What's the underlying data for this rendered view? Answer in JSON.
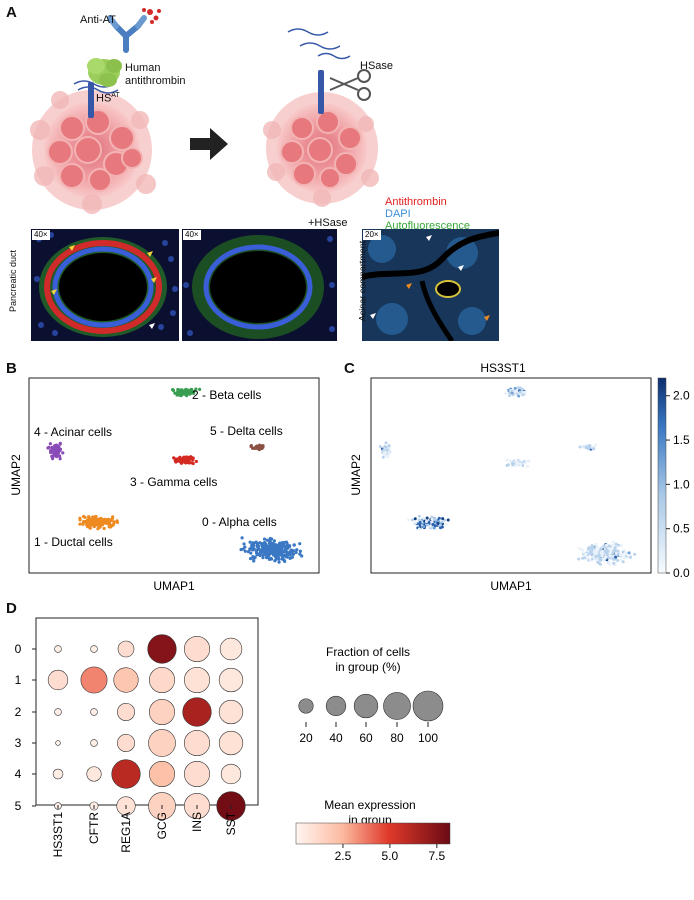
{
  "panels": {
    "a": "A",
    "b": "B",
    "c": "C",
    "d": "D"
  },
  "panel_a": {
    "anti_at": "Anti-AT",
    "human": "Human",
    "antithrombin": "antithrombin",
    "hs_base": "HS",
    "hs_sup": "AT",
    "hsase": "HSase",
    "plus_hsase": "+HSase",
    "mag_40": "40×",
    "mag_20": "20×",
    "legend": [
      {
        "label": "Antithrombin",
        "color": "#e02020"
      },
      {
        "label": "DAPI",
        "color": "#3b8fd6"
      },
      {
        "label": "Autofluorescence",
        "color": "#3aa83a"
      }
    ],
    "pancreatic_duct": "Pancreatic duct",
    "acinar_compartment": "Acinar compartment"
  },
  "chart_data": [
    {
      "type": "scatter",
      "panel": "B",
      "xlabel": "UMAP1",
      "ylabel": "UMAP2",
      "clusters": [
        {
          "label": "0 - Alpha cells",
          "color": "#3a78c4"
        },
        {
          "label": "1 - Ductal cells",
          "color": "#ee8a20"
        },
        {
          "label": "2 - Beta cells",
          "color": "#3a9e52"
        },
        {
          "label": "3 - Gamma cells",
          "color": "#d42a22"
        },
        {
          "label": "4 - Acinar cells",
          "color": "#8a4ab8"
        },
        {
          "label": "5 - Delta cells",
          "color": "#8b5244"
        }
      ]
    },
    {
      "type": "scatter",
      "panel": "C",
      "title": "HS3ST1",
      "xlabel": "UMAP1",
      "ylabel": "UMAP2",
      "colorbar": {
        "ticks": [
          "2.0",
          "1.5",
          "1.0",
          "0.5",
          "0.0"
        ],
        "min": 0.0,
        "max": 2.2
      }
    },
    {
      "type": "dotplot",
      "panel": "D",
      "genes": [
        "HS3ST1",
        "CFTR",
        "REG1A",
        "GCG",
        "INS",
        "SST"
      ],
      "groups": [
        "0",
        "1",
        "2",
        "3",
        "4",
        "5"
      ],
      "fraction_pct": [
        [
          3,
          3,
          25,
          90,
          70,
          50
        ],
        [
          40,
          75,
          65,
          70,
          70,
          60
        ],
        [
          3,
          3,
          30,
          70,
          90,
          60
        ],
        [
          1,
          3,
          30,
          80,
          70,
          60
        ],
        [
          8,
          20,
          90,
          70,
          70,
          40
        ],
        [
          3,
          5,
          35,
          80,
          70,
          90
        ]
      ],
      "mean_expression": [
        [
          0.3,
          0.3,
          1.0,
          7.5,
          1.0,
          0.6
        ],
        [
          1.0,
          3.5,
          2.0,
          1.2,
          0.8,
          0.6
        ],
        [
          0.3,
          0.3,
          1.0,
          1.5,
          6.5,
          0.8
        ],
        [
          0.2,
          0.3,
          1.0,
          1.5,
          1.0,
          0.8
        ],
        [
          0.3,
          0.6,
          6.0,
          2.2,
          1.0,
          0.6
        ],
        [
          0.3,
          0.3,
          0.8,
          1.5,
          1.0,
          8.0
        ]
      ],
      "size_legend": {
        "title_line1": "Fraction of cells",
        "title_line2": "in group (%)",
        "values": [
          20,
          40,
          60,
          80,
          100
        ]
      },
      "color_legend": {
        "title_line1": "Mean expression",
        "title_line2": "in group",
        "ticks": [
          "2.5",
          "5.0",
          "7.5"
        ],
        "min": 0,
        "max": 8.2
      }
    }
  ]
}
